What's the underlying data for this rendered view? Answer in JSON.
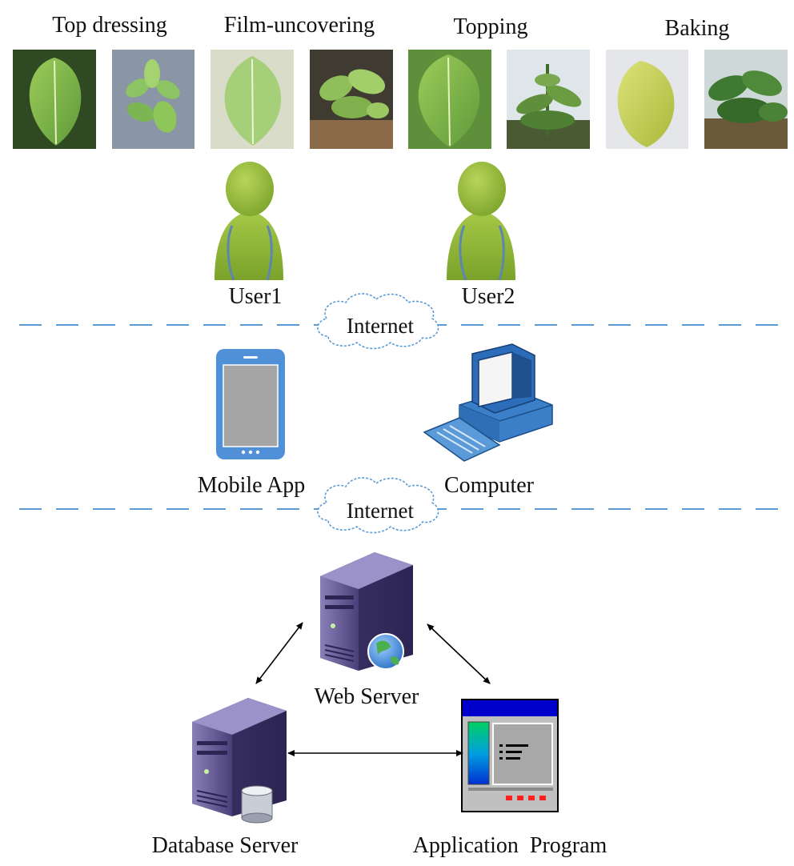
{
  "stages": [
    {
      "label": "Top dressing"
    },
    {
      "label": "Film-uncovering"
    },
    {
      "label": "Topping"
    },
    {
      "label": "Baking"
    }
  ],
  "users": [
    {
      "label": "User1"
    },
    {
      "label": "User2"
    }
  ],
  "network": {
    "top_cloud": "Internet",
    "bottom_cloud": "Internet"
  },
  "clients": {
    "mobile": "Mobile App",
    "computer": "Computer"
  },
  "servers": {
    "web": "Web Server",
    "database": "Database Server",
    "application": "Application  Program"
  },
  "colors": {
    "user_green": "#93b83a",
    "divider_blue": "#5b9bd5",
    "server_purple": "#5a4f8c",
    "window_blue": "#0000cc"
  }
}
